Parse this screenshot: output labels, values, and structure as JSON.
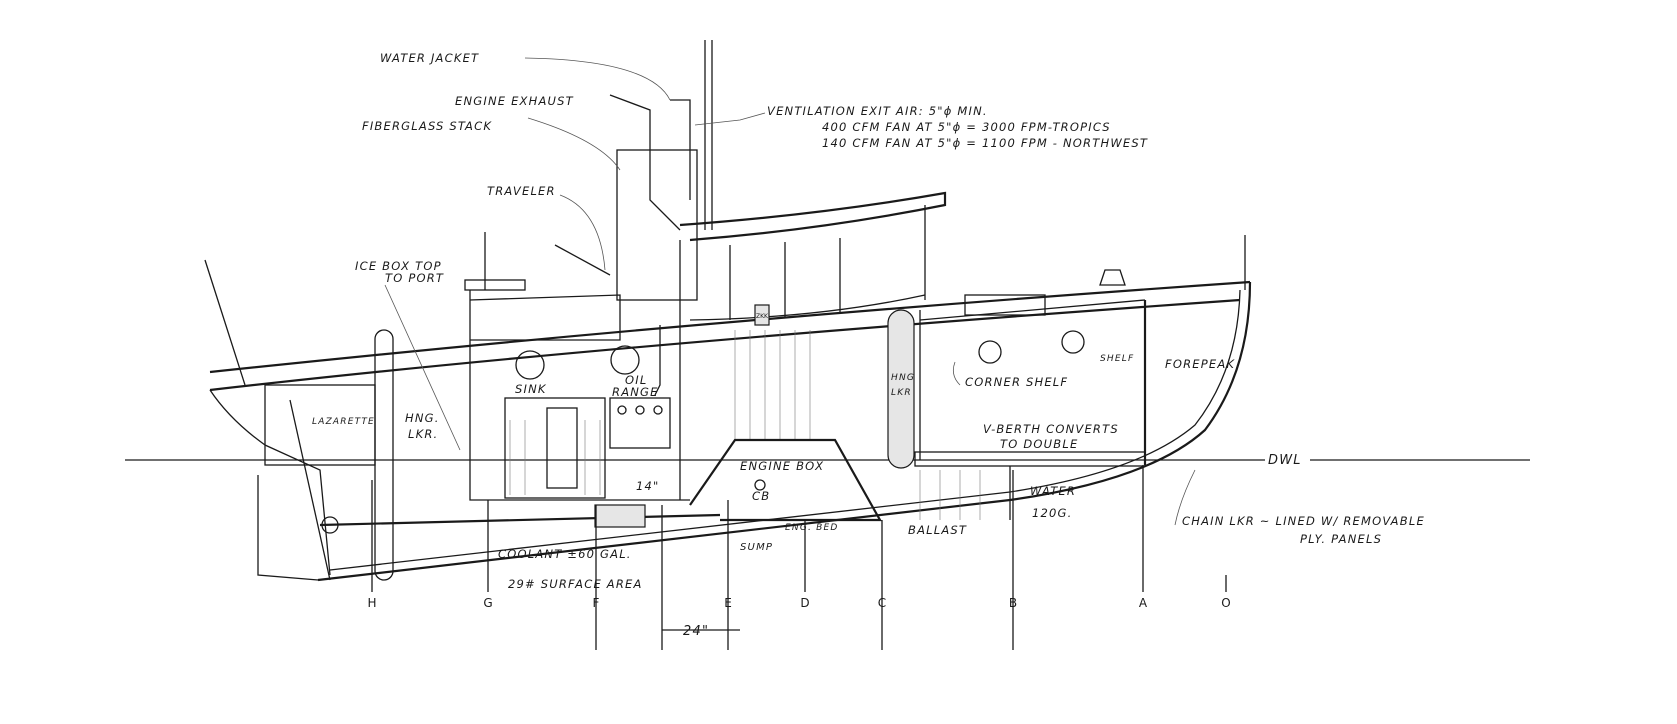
{
  "labels": {
    "water_jacket": "WATER JACKET",
    "engine_exhaust": "ENGINE EXHAUST",
    "fiberglass_stack": "FIBERGLASS STACK",
    "ventilation_1": "VENTILATION EXIT AIR: 5\"ϕ MIN.",
    "ventilation_2": "400 CFM FAN AT 5\"ϕ = 3000 FPM-TROPICS",
    "ventilation_3": "140 CFM FAN AT 5\"ϕ = 1100 FPM - NORTHWEST",
    "traveler": "TRAVELER",
    "ice_box_1": "ICE BOX TOP",
    "ice_box_2": "TO PORT",
    "sink": "SINK",
    "oil_range_1": "OIL",
    "oil_range_2": "RANGE",
    "lazarette": "LAZARETTE",
    "hng_lkr_aft_1": "HNG.",
    "hng_lkr_aft_2": "LKR.",
    "hng_lkr_fwd_1": "HNG",
    "hng_lkr_fwd_2": "LKR",
    "corner_shelf": "CORNER SHELF",
    "shelf": "SHELF",
    "forepeak": "FOREPEAK",
    "v_berth_1": "V-BERTH CONVERTS",
    "v_berth_2": "TO DOUBLE",
    "dwl": "DWL",
    "engine_box": "ENGINE BOX",
    "cb": "CB",
    "water_1": "WATER",
    "water_2": "120G.",
    "eng_bed": "ENG. BED",
    "ballast": "BALLAST",
    "sump": "SUMP",
    "coolant": "COOLANT ±60 GAL.",
    "surface_area": "29# SURFACE AREA",
    "dim_14": "14\"",
    "dim_24": "24\"",
    "chain_lkr_1": "CHAIN LKR ~ LINED W/ REMOVABLE",
    "chain_lkr_2": "PLY. PANELS",
    "bottle": "ZKK"
  },
  "stations": [
    "H",
    "G",
    "F",
    "E",
    "D",
    "C",
    "B",
    "A",
    "O"
  ]
}
